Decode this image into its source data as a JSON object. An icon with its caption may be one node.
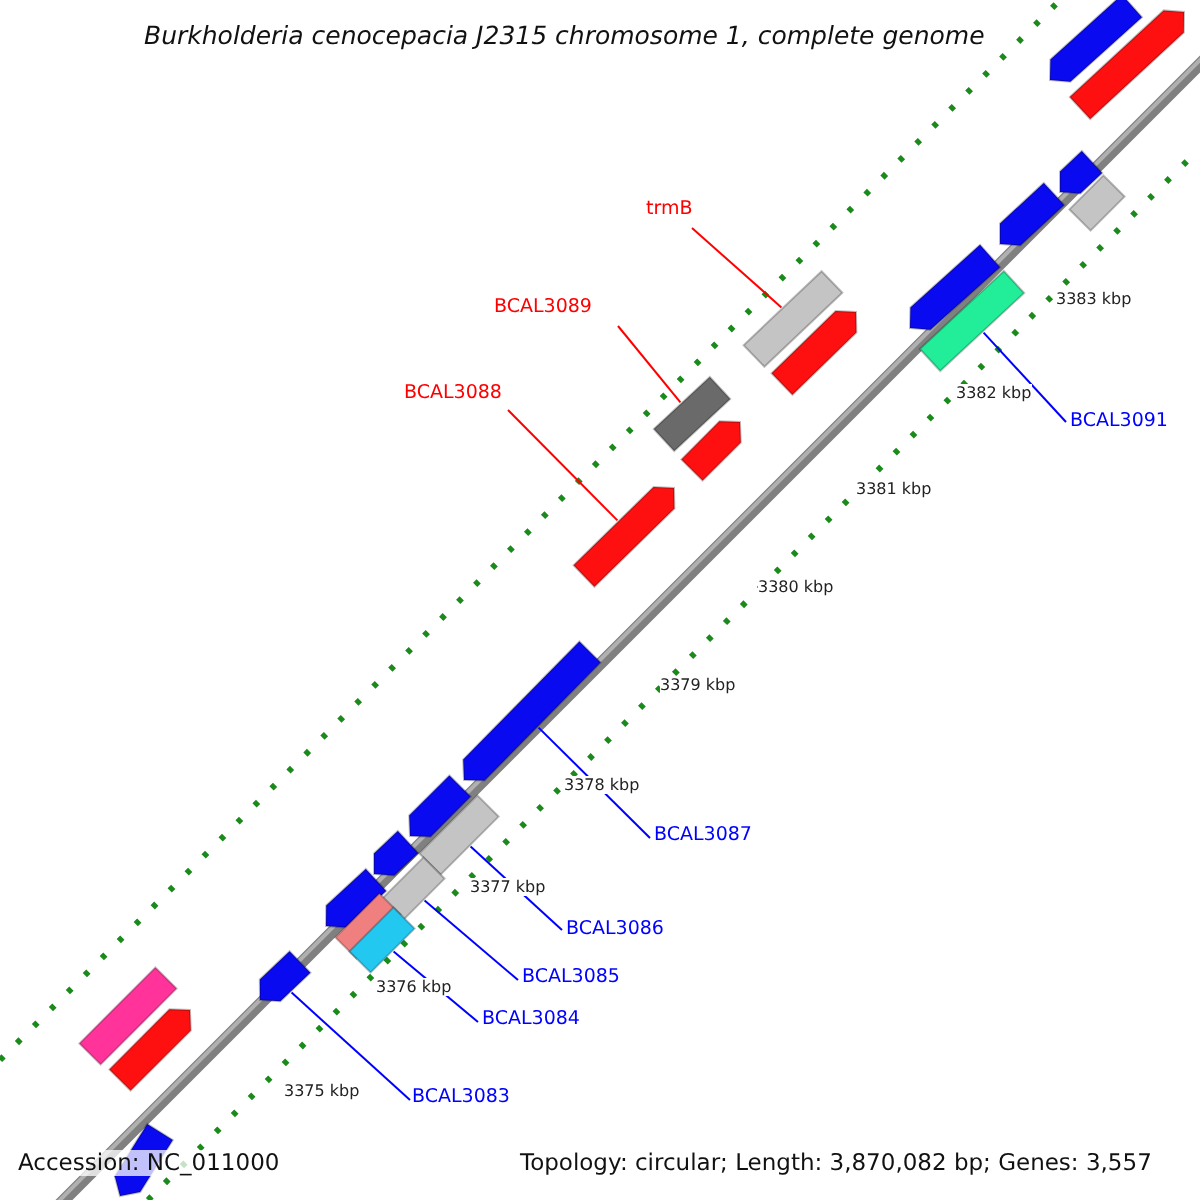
{
  "diagram": {
    "title": "Burkholderia cenocepacia J2315 chromosome 1, complete genome",
    "nodes": [
      {
        "text": [
          "trmB"
        ]
      },
      {
        "text": [
          "BCAL3089"
        ]
      },
      {
        "text": [
          "BCAL3091"
        ]
      },
      {
        "text": [
          "BCAL3088"
        ]
      },
      {
        "text": [
          "BCAL3087"
        ]
      },
      {
        "text": [
          "BCAL3086"
        ]
      },
      {
        "text": [
          "BCAL3085"
        ]
      },
      {
        "text": [
          "BCAL3084"
        ]
      },
      {
        "text": [
          "BCAL3083"
        ]
      },
      {
        "text": [],
        "shape": "arrow"
      },
      {
        "text": [],
        "shape": "arrow"
      },
      {
        "text": [],
        "shape": "arrow"
      },
      {
        "text": [],
        "shape": "bar"
      },
      {
        "text": [],
        "shape": "arrow"
      },
      {
        "text": [],
        "shape": "arrow"
      },
      {
        "text": [],
        "shape": "bar"
      },
      {
        "text": [],
        "shape": "bar"
      },
      {
        "text": [],
        "shape": "arrow"
      },
      {
        "text": [],
        "shape": "bar"
      },
      {
        "text": [],
        "shape": "arrow"
      },
      {
        "text": [],
        "shape": "arrow"
      },
      {
        "text": [],
        "shape": "arrow"
      },
      {
        "text": [],
        "shape": "arrow"
      },
      {
        "text": [],
        "shape": "bar"
      },
      {
        "text": [],
        "shape": "arrow"
      },
      {
        "text": [],
        "shape": "bar"
      },
      {
        "text": [],
        "shape": "arrow"
      },
      {
        "text": [],
        "shape": "bar"
      },
      {
        "text": [],
        "shape": "bar"
      },
      {
        "text": [],
        "shape": "arrow"
      },
      {
        "text": [],
        "shape": "bar"
      },
      {
        "text": [],
        "shape": "arrow"
      },
      {
        "text": [],
        "shape": "arrow"
      }
    ],
    "edges": [
      {
        "from": 0,
        "to": 16,
        "arrow": "none",
        "color": "#ff0000"
      },
      {
        "from": 1,
        "to": 18,
        "arrow": "none",
        "color": "#ff0000"
      },
      {
        "from": 2,
        "to": 15,
        "arrow": "none"
      },
      {
        "from": 3,
        "to": 20,
        "arrow": "none",
        "color": "#ff0000"
      },
      {
        "from": 4,
        "to": 21,
        "arrow": "none"
      },
      {
        "from": 5,
        "to": 23,
        "arrow": "none"
      },
      {
        "from": 6,
        "to": 25,
        "arrow": "none"
      },
      {
        "from": 7,
        "to": 28,
        "arrow": "none"
      },
      {
        "from": 8,
        "to": 29,
        "arrow": "none"
      }
    ],
    "labels": [
      "3383 kbp",
      "3382 kbp",
      "3381 kbp",
      "3380 kbp",
      "3379 kbp",
      "3378 kbp",
      "3377 kbp",
      "3376 kbp",
      "3375 kbp",
      "Accession: NC_011000",
      "Topology: circular; Length: 3,870,082 bp; Genes: 3,557"
    ]
  }
}
